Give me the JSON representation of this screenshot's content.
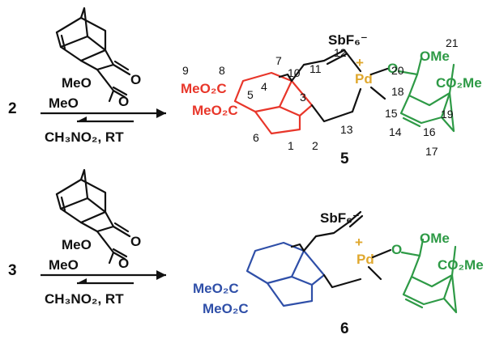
{
  "colors": {
    "black": "#111111",
    "red": "#e8362a",
    "green": "#2e9a46",
    "blue": "#2f4fa8",
    "gold": "#e0a82e"
  },
  "reaction1": {
    "reactant_label": "2",
    "conditions": "CH₃NO₂, RT",
    "reagent_meo_1": "MeO",
    "reagent_meo_2": "MeO",
    "reagent_o_ketone": "O",
    "reagent_o_ester": "O"
  },
  "reaction2": {
    "reactant_label": "3",
    "conditions": "CH₃NO₂, RT",
    "reagent_meo_1": "MeO",
    "reagent_meo_2": "MeO",
    "reagent_o_ketone": "O",
    "reagent_o_ester": "O"
  },
  "product5": {
    "label": "5",
    "counterion": "SbF₆⁻",
    "metal": "Pd",
    "charge": "+",
    "ester_1": "MeO₂C",
    "ester_2": "MeO₂C",
    "ome": "OMe",
    "co2me": "CO₂Me",
    "carbonyl_o": "O",
    "atom_numbers": [
      "1",
      "2",
      "3",
      "4",
      "5",
      "6",
      "7",
      "8",
      "9",
      "10",
      "11",
      "12",
      "13",
      "14",
      "15",
      "16",
      "17",
      "18",
      "19",
      "20",
      "21"
    ]
  },
  "product6": {
    "label": "6",
    "counterion": "SbF₆⁻",
    "metal": "Pd",
    "charge": "+",
    "ester_1": "MeO₂C",
    "ester_2": "MeO₂C",
    "ome": "OMe",
    "co2me": "CO₂Me",
    "carbonyl_o": "O"
  }
}
